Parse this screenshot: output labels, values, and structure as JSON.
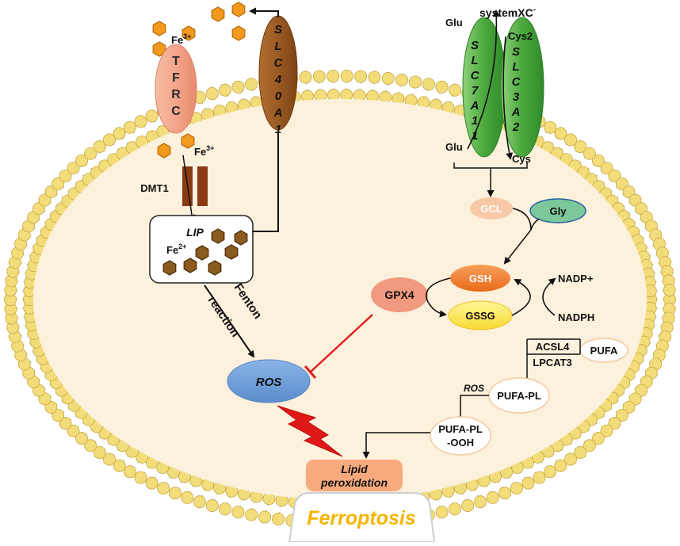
{
  "labels": {
    "fe3_top": "Fe",
    "fe3_top_sup": "3+",
    "tfrc": "TFRC",
    "slc40a1": "SLC40A1",
    "fe3_mid": "Fe",
    "fe3_mid_sup": "3+",
    "dmt1": "DMT1",
    "lip": "LIP",
    "fe2": "Fe",
    "fe2_sup": "2+",
    "fenton_line1": "Fenton",
    "fenton_line2": "reaction",
    "ros_main": "ROS",
    "lipid_line1": "Lipid",
    "lipid_line2": "peroxidation",
    "ferroptosis": "Ferroptosis",
    "systemxc": "systemXC",
    "systemxc_sup": "-",
    "glu_top": "Glu",
    "cys2": "Cys2",
    "slc7a11": "SLC7A11",
    "slc3a2": "SLC3A2",
    "glu_bottom": "Glu",
    "cys": "Cys",
    "gcl": "GCL",
    "gly": "Gly",
    "gsh": "GSH",
    "gssg": "GSSG",
    "gpx4": "GPX4",
    "nadp_plus": "NADP+",
    "nadph": "NADPH",
    "acsl4": "ACSL4",
    "lpcat3": "LPCAT3",
    "pufa": "PUFA",
    "pufa_pl": "PUFA-PL",
    "ros_small": "ROS",
    "pufa_pl_ooh_line1": "PUFA-PL",
    "pufa_pl_ooh_line2": "-OOH"
  },
  "colors": {
    "cytoplasm": "#fbf1dc",
    "lipid_head": "#f3dc7a",
    "lipid_tail": "#a8c4dc",
    "tfrc": "#f3a58a",
    "slc40a1": "#9a5a22",
    "fe3": "#f39a1e",
    "fe2": "#8a5a1e",
    "slc7a11": "#4aa83c",
    "slc3a2": "#3d9e38",
    "gcl": "#f8c9a6",
    "gly": "#7dc89a",
    "gsh": "#f07a26",
    "gssg": "#fbe74a",
    "gpx4": "#f29a80",
    "ros": "#6a9bd6",
    "lipid_box": "#f8aa7c",
    "ferroptosis_text": "#f5b400",
    "inhibit_line": "#e02020",
    "lightning": "#e01818"
  },
  "icons": [
    "fe3-hexagon-icon",
    "fe2-hexagon-icon",
    "lightning-icon"
  ]
}
